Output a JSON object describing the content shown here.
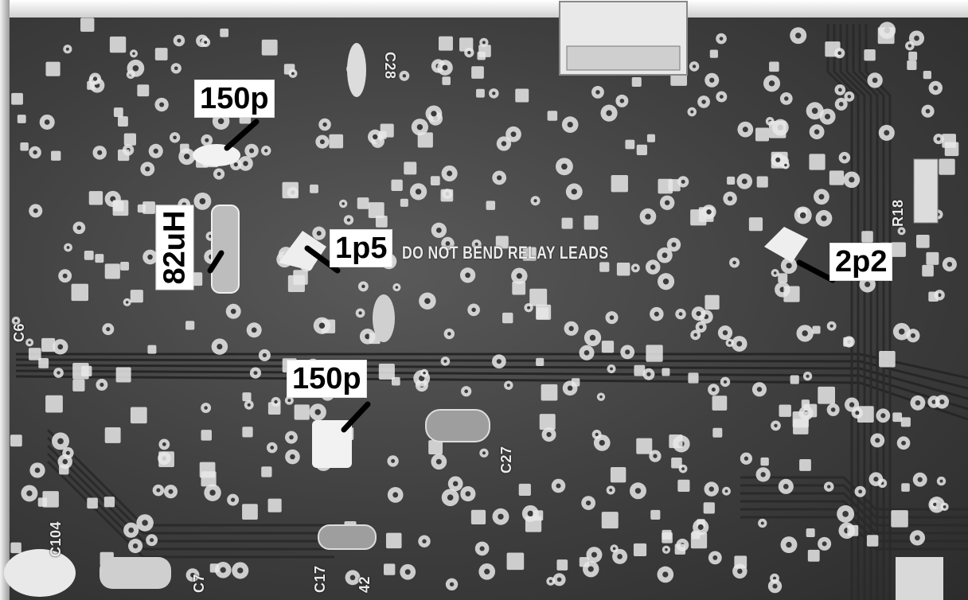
{
  "annotations": {
    "top_left_cap": "150p",
    "inductor": "82uH",
    "center_cap": "1p5",
    "right_cap": "2p2",
    "bottom_cap": "150p"
  },
  "silkscreen": {
    "warning": "DO NOT BEND RELAY LEADS",
    "c28": "C28",
    "r18": "R18",
    "c6": "C6",
    "c27": "C27",
    "c104": "C104",
    "c17": "C17",
    "c7": "C7",
    "c42": "42"
  },
  "colors": {
    "pcb": "#3e3e3e",
    "pad": "#e8e8e8",
    "label_bg": "#ffffff",
    "pointer": "#000000"
  }
}
